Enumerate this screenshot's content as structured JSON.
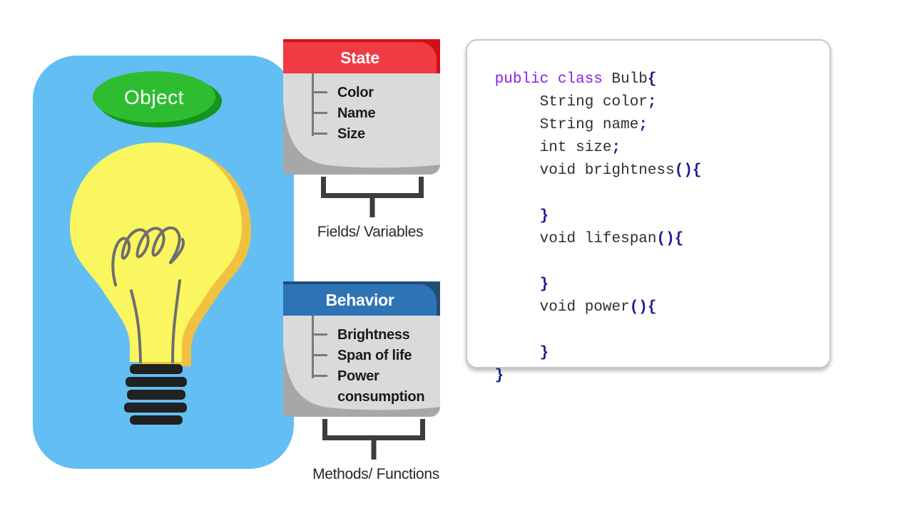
{
  "object_panel": {
    "badge_label": "Object"
  },
  "state_card": {
    "title": "State",
    "items": [
      "Color",
      "Name",
      "Size"
    ],
    "caption": "Fields/ Variables"
  },
  "behavior_card": {
    "title": "Behavior",
    "items": [
      "Brightness",
      "Span of life",
      "Power consumption"
    ],
    "caption": "Methods/ Functions"
  },
  "code_panel": {
    "lines": [
      {
        "segs": [
          {
            "t": "public class ",
            "c": "kw"
          },
          {
            "t": "Bulb",
            "c": "pl"
          },
          {
            "t": "{",
            "c": "br"
          }
        ]
      },
      {
        "segs": [
          {
            "t": "     String color",
            "c": "pl"
          },
          {
            "t": ";",
            "c": "br"
          }
        ]
      },
      {
        "segs": [
          {
            "t": "     String name",
            "c": "pl"
          },
          {
            "t": ";",
            "c": "br"
          }
        ]
      },
      {
        "segs": [
          {
            "t": "     int size",
            "c": "pl"
          },
          {
            "t": ";",
            "c": "br"
          }
        ]
      },
      {
        "segs": [
          {
            "t": "     void brightness",
            "c": "pl"
          },
          {
            "t": "(){",
            "c": "br"
          }
        ]
      },
      {
        "segs": [
          {
            "t": "",
            "c": "pl"
          }
        ]
      },
      {
        "segs": [
          {
            "t": "     }",
            "c": "br"
          }
        ]
      },
      {
        "segs": [
          {
            "t": "     void lifespan",
            "c": "pl"
          },
          {
            "t": "(){",
            "c": "br"
          }
        ]
      },
      {
        "segs": [
          {
            "t": "",
            "c": "pl"
          }
        ]
      },
      {
        "segs": [
          {
            "t": "     }",
            "c": "br"
          }
        ]
      },
      {
        "segs": [
          {
            "t": "     void power",
            "c": "pl"
          },
          {
            "t": "(){",
            "c": "br"
          }
        ]
      },
      {
        "segs": [
          {
            "t": "",
            "c": "pl"
          }
        ]
      },
      {
        "segs": [
          {
            "t": "     }",
            "c": "br"
          }
        ]
      },
      {
        "segs": [
          {
            "t": "}",
            "c": "br"
          }
        ]
      }
    ]
  },
  "colors": {
    "panel_blue": "#63BEF3",
    "badge_green": "#2EBD31",
    "badge_green_dark": "#14961C",
    "bulb_yellow": "#F9F65F",
    "bulb_orange": "#F0C141",
    "bulb_base_black": "#212121",
    "state_red": "#F03B42",
    "state_red_dark": "#D11117",
    "behavior_blue": "#2E74B5",
    "behavior_blue_dark": "#1F4E79",
    "card_gray": "#DADADA",
    "card_curl_gray": "#A7A7A7",
    "tree_gray": "#7A7A7A",
    "bracket_gray": "#3D3D3D",
    "code_keyword": "#8B1FE8",
    "code_plain": "#2F2F2F",
    "code_brace": "#1A1A96"
  }
}
